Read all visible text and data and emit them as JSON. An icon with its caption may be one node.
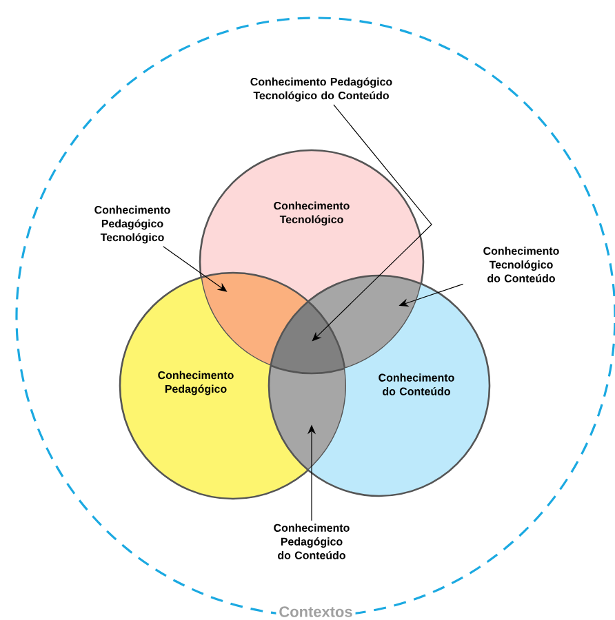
{
  "diagram": {
    "nodes": [
      {
        "text": [
          "Contextos"
        ]
      },
      {
        "text": [
          "Conhecimento Tecnológico"
        ],
        "in": 0
      },
      {
        "text": [
          "Conhecimento Pedagógico"
        ],
        "in": 0
      },
      {
        "text": [
          "Conhecimento do Conteúdo"
        ],
        "in": 0
      },
      {
        "text": [
          "Conhecimento Pedagógico Tecnológico"
        ],
        "in": 0
      },
      {
        "text": [
          "Conhecimento Pedagógico Tecnológico do Conteúdo"
        ],
        "in": 0
      },
      {
        "text": [
          "Conhecimento Tecnológico do Conteúdo"
        ],
        "in": 0
      },
      {
        "text": [
          "Conhecimento Pedagógico do Conteúdo"
        ],
        "in": 0
      },
      {
        "text": [],
        "shape": "region"
      },
      {
        "text": [],
        "shape": "region"
      },
      {
        "text": [],
        "shape": "region"
      },
      {
        "text": [],
        "shape": "region"
      }
    ],
    "edges": [
      {
        "from": 4,
        "to": 8,
        "arrow": "to"
      },
      {
        "from": 5,
        "to": 9,
        "arrow": "to"
      },
      {
        "from": 6,
        "to": 11,
        "arrow": "to"
      },
      {
        "from": 7,
        "to": 10,
        "arrow": "to"
      }
    ]
  }
}
